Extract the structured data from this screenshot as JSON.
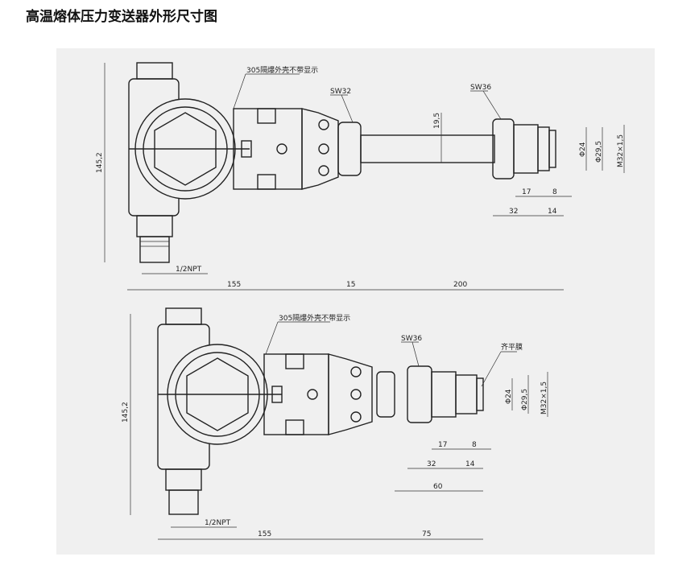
{
  "title": "高温熔体压力变送器外形尺寸图",
  "drawing_top": {
    "housing_note": "305隔爆外壳不带显示",
    "wrench_1": "SW32",
    "wrench_2": "SW36",
    "dim_height": "145,2",
    "dim_19_5": "19,5",
    "dim_d24": "Φ24",
    "dim_d29_5": "Φ29,5",
    "dim_thread": "M32×1,5",
    "dim_17": "17",
    "dim_8": "8",
    "dim_32": "32",
    "dim_14": "14",
    "npt": "1/2NPT",
    "dim_155": "155",
    "dim_15": "15",
    "dim_200": "200"
  },
  "drawing_bottom": {
    "housing_note": "305隔爆外壳不带显示",
    "wrench": "SW36",
    "membrane_note": "齐平膜",
    "dim_height": "145,2",
    "dim_d24": "Φ24",
    "dim_d29_5": "Φ29,5",
    "dim_thread": "M32×1,5",
    "dim_17": "17",
    "dim_8": "8",
    "dim_32": "32",
    "dim_14": "14",
    "dim_60": "60",
    "npt": "1/2NPT",
    "dim_155": "155",
    "dim_75": "75"
  }
}
